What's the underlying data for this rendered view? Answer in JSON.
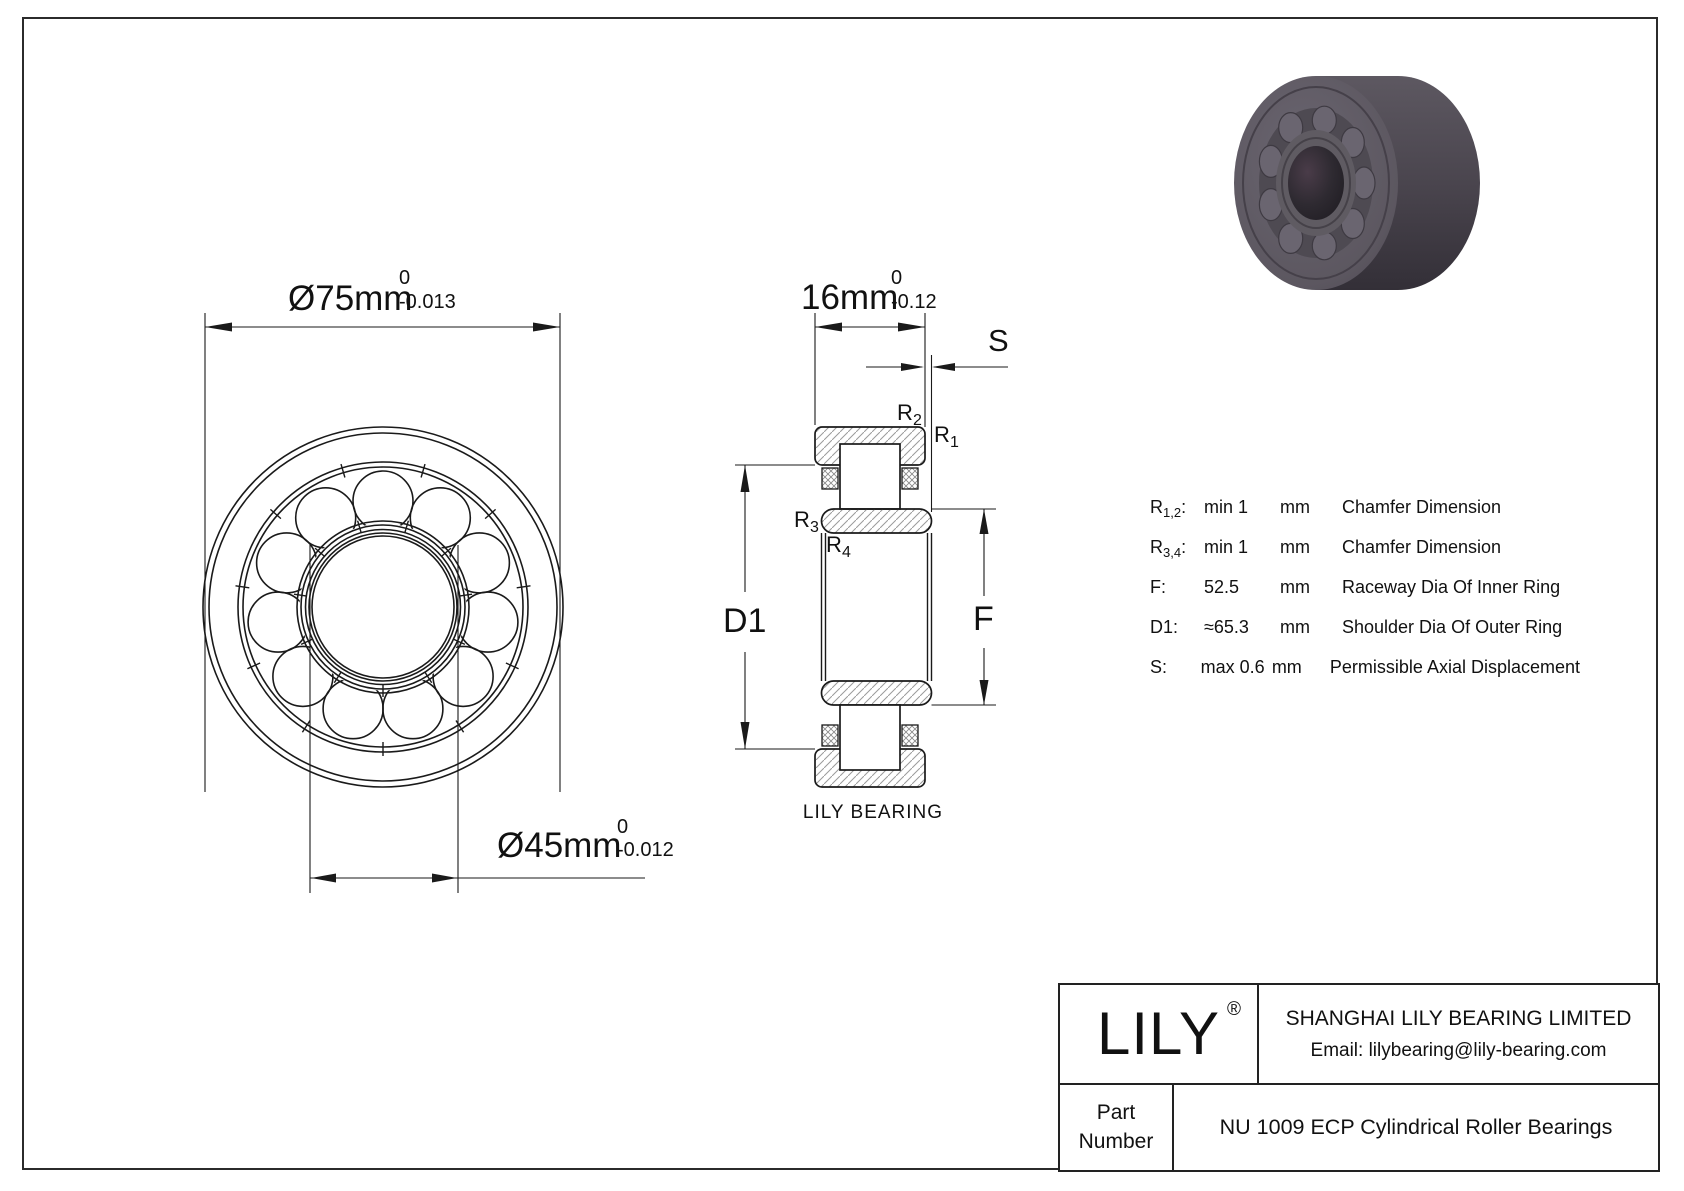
{
  "front_view": {
    "od_dim": {
      "value": "Ø75mm",
      "tol_upper": "0",
      "tol_lower": "-0.013"
    },
    "bore_dim": {
      "value": "Ø45mm",
      "tol_upper": "0",
      "tol_lower": "-0.012"
    }
  },
  "section_view": {
    "width_dim": {
      "value": "16mm",
      "tol_upper": "0",
      "tol_lower": "-0.12"
    },
    "s_label": "S",
    "d1_label": "D1",
    "f_label": "F",
    "r_labels": [
      {
        "base": "R",
        "sub": "2"
      },
      {
        "base": "R",
        "sub": "1"
      },
      {
        "base": "R",
        "sub": "3"
      },
      {
        "base": "R",
        "sub": "4"
      }
    ],
    "caption": "LILY BEARING"
  },
  "specs": {
    "rows": [
      {
        "sym": "R",
        "sub": "1,2",
        "colon": ":",
        "value": "min 1",
        "unit": "mm",
        "desc": "Chamfer Dimension"
      },
      {
        "sym": "R",
        "sub": "3,4",
        "colon": ":",
        "value": "min 1",
        "unit": "mm",
        "desc": "Chamfer Dimension"
      },
      {
        "sym": "F",
        "sub": "",
        "colon": ":",
        "value": "52.5",
        "unit": "mm",
        "desc": "Raceway Dia Of Inner Ring"
      },
      {
        "sym": "D1",
        "sub": "",
        "colon": ":",
        "value": "≈65.3",
        "unit": "mm",
        "desc": "Shoulder Dia Of Outer Ring"
      },
      {
        "sym": "S",
        "sub": "",
        "colon": ":",
        "value": "max 0.6",
        "unit": "mm",
        "desc": "Permissible Axial Displacement"
      }
    ]
  },
  "title_block": {
    "logo": "LILY",
    "logo_reg": "®",
    "company": "SHANGHAI LILY BEARING LIMITED",
    "email": "Email: lilybearing@lily-bearing.com",
    "part_label_line1": "Part",
    "part_label_line2": "Number",
    "part_name": "NU 1009 ECP Cylindrical Roller Bearings"
  },
  "colors": {
    "line": "#1a1a1a",
    "hatch": "#9b9b9b",
    "render_body_light": "#5d5861",
    "render_body_dark": "#332f37",
    "render_face": "#615d64",
    "render_bore": "#242027"
  }
}
